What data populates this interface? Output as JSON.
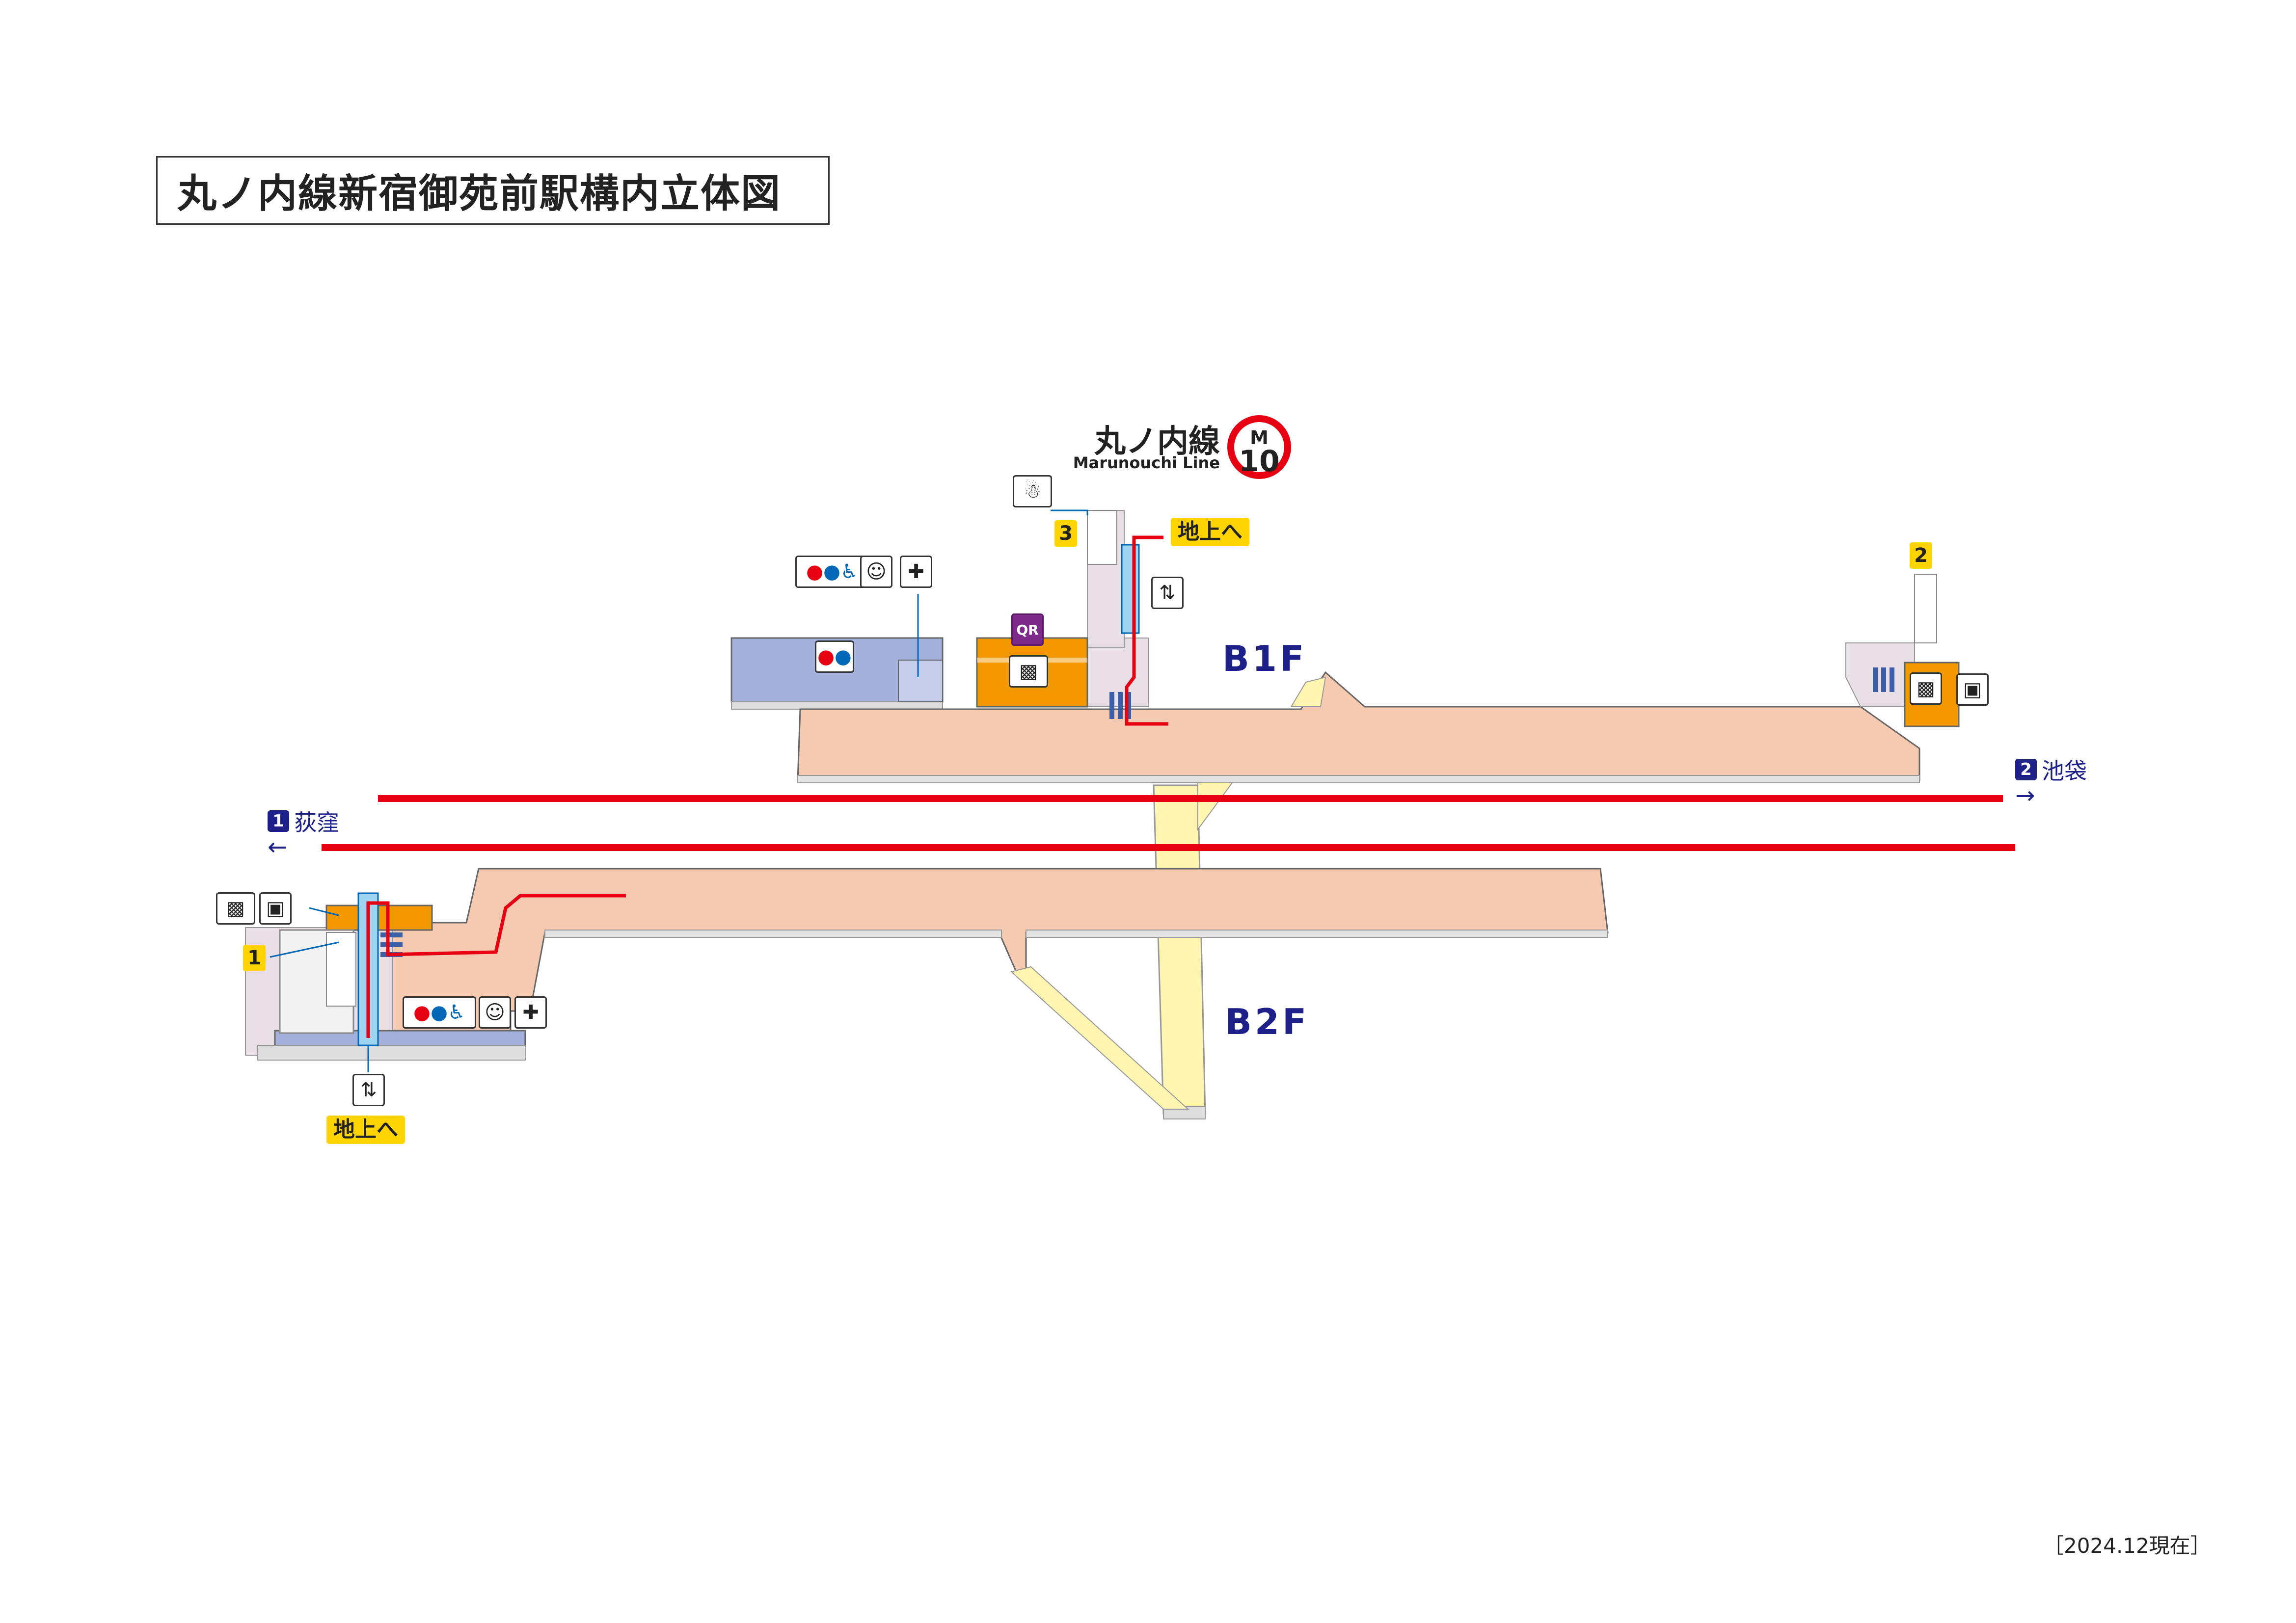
{
  "title": "丸ノ内線新宿御苑前駅構内立体図",
  "line": {
    "name_ja": "丸ノ内線",
    "name_en": "Marunouchi Line",
    "letter": "M",
    "station_number": "10",
    "color": "#e60012"
  },
  "floors": {
    "upper": "B1F",
    "lower": "B2F"
  },
  "exits": [
    {
      "id": "exit-1",
      "label": "1"
    },
    {
      "id": "exit-2",
      "label": "2"
    },
    {
      "id": "exit-3",
      "label": "3"
    }
  ],
  "to_ground_label": "地上へ",
  "directions": [
    {
      "num": "1",
      "name": "荻窪",
      "arrow": "←"
    },
    {
      "num": "2",
      "name": "池袋",
      "arrow": "→"
    }
  ],
  "as_of": "［2024.12現在］",
  "icons": {
    "restroom": "restroom-icon",
    "wheelchair": "wheelchair-icon",
    "baby": "baby-care-icon",
    "ostomate": "ostomate-icon",
    "ticket": "ticket-machine-icon",
    "pass": "commuter-pass-icon",
    "elevator": "elevator-icon",
    "staff": "station-staff-icon",
    "qr": "QR"
  },
  "colors": {
    "platform": "#f6c9b1",
    "ticket_area": "#f39800",
    "restroom_area": "#a3b0dc",
    "elevator": "#9fd4f2",
    "route": "#e60012",
    "stairs": "#fff4b0",
    "direction": "#1d2088"
  }
}
